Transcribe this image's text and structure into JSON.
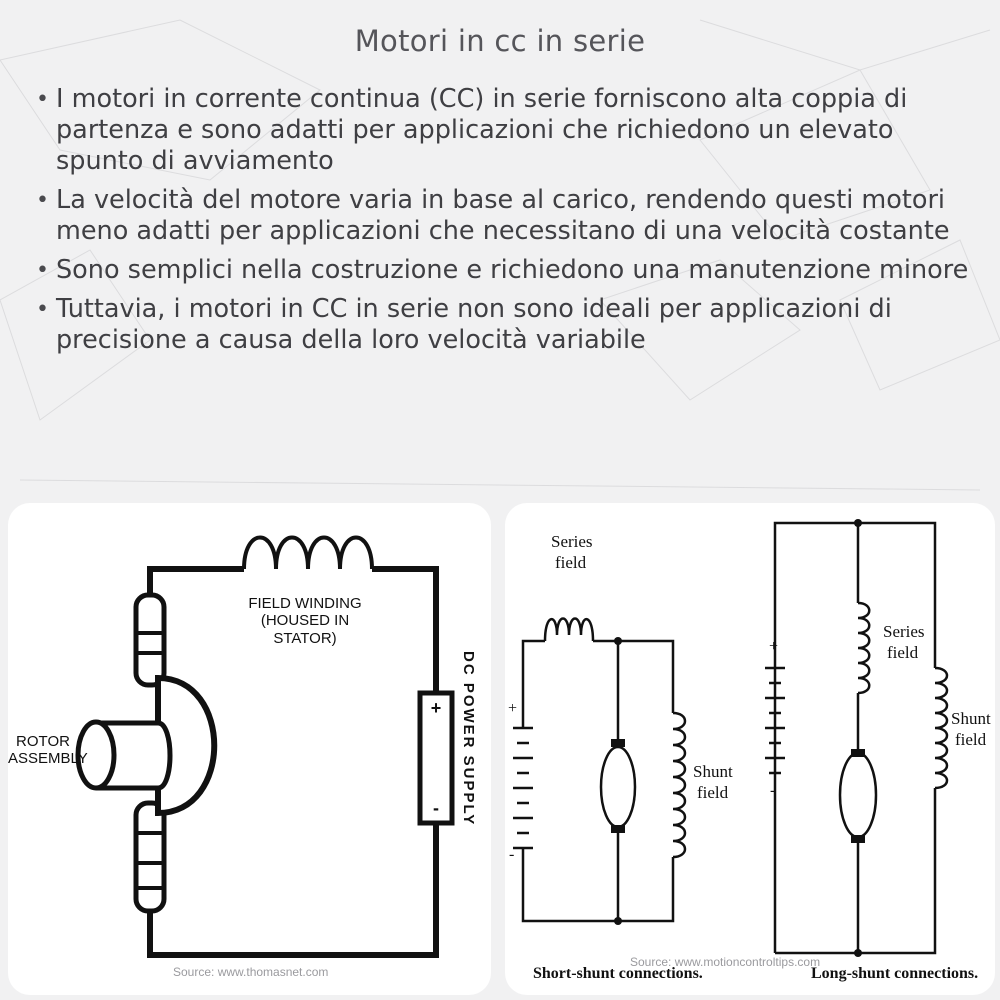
{
  "title": "Motori in cc in serie",
  "bullets": [
    "I motori in corrente continua (CC) in serie forniscono alta coppia di partenza e sono adatti per applicazioni che richiedono un elevato spunto di avviamento",
    "La velocità del motore varia in base al carico, rendendo questi motori meno adatti per applicazioni che necessitano di una velocità costante",
    "Sono semplici nella costruzione e richiedono una manutenzione minore",
    "Tuttavia, i motori in CC in serie non sono ideali per applicazioni di precisione a causa della loro velocità variabile"
  ],
  "left_figure": {
    "field_winding_line1": "FIELD WINDING",
    "field_winding_line2": "(HOUSED IN STATOR)",
    "rotor_line1": "ROTOR",
    "rotor_line2": "ASSEMBLY",
    "power_supply": "DC POWER SUPPLY",
    "plus": "+",
    "minus": "-",
    "source": "Source: www.thomasnet.com"
  },
  "right_figure": {
    "series_field_a_line1": "Series",
    "series_field_a_line2": "field",
    "shunt_field_a_line1": "Shunt",
    "shunt_field_a_line2": "field",
    "series_field_b_line1": "Series",
    "series_field_b_line2": "field",
    "shunt_field_b_line1": "Shunt",
    "shunt_field_b_line2": "field",
    "plus_a": "+",
    "minus_a": "-",
    "plus_b": "+",
    "minus_b": "-",
    "caption_short": "Short-shunt connections.",
    "caption_long": "Long-shunt connections.",
    "source": "Source: www.motioncontroltips.com"
  }
}
